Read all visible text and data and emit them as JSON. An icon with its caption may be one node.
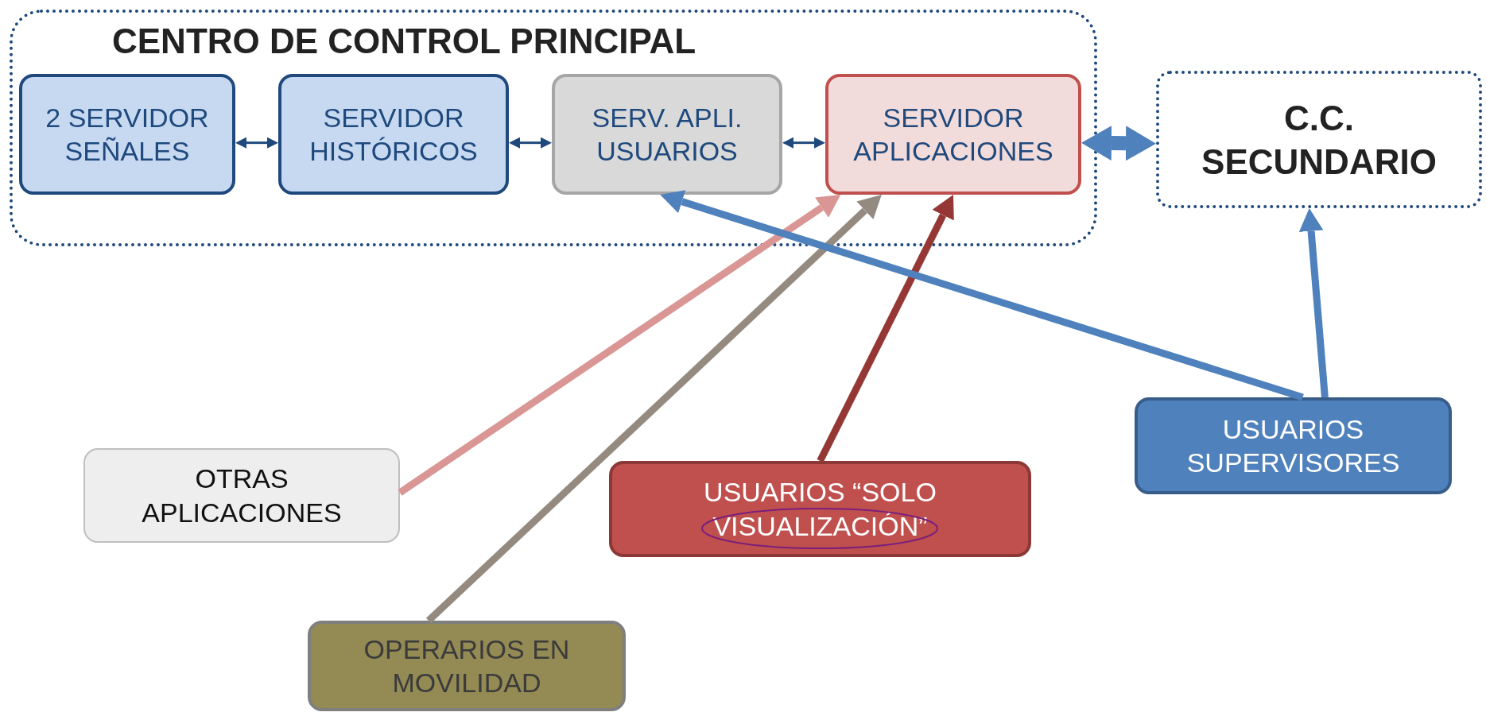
{
  "diagram": {
    "nodes": [
      {
        "text": [
          "CENTRO DE CONTROL PRINCIPAL"
        ]
      },
      {
        "text": [
          "2 SERVIDOR SEÑALES"
        ],
        "in": 0
      },
      {
        "text": [
          "SERVIDOR HISTÓRICOS"
        ],
        "in": 0
      },
      {
        "text": [
          "SERV. APLI. USUARIOS"
        ],
        "in": 0
      },
      {
        "text": [
          "SERVIDOR APLICACIONES"
        ],
        "in": 0
      },
      {
        "text": [
          "C.C. SECUNDARIO"
        ]
      },
      {
        "text": [
          "OTRAS APLICACIONES"
        ]
      },
      {
        "text": [
          "USUARIOS “SOLO VISUALIZACIÓN”"
        ]
      },
      {
        "text": [
          "OPERARIOS EN MOVILIDAD"
        ]
      },
      {
        "text": [
          "USUARIOS SUPERVISORES"
        ]
      }
    ],
    "edges": [
      {
        "from": 1,
        "to": 2,
        "arrow": "both",
        "color": "#1f497d"
      },
      {
        "from": 2,
        "to": 3,
        "arrow": "both",
        "color": "#1f497d"
      },
      {
        "from": 3,
        "to": 4,
        "arrow": "both",
        "color": "#1f497d"
      },
      {
        "from": 4,
        "to": 5,
        "arrow": "both",
        "style": "thick",
        "color": "#4f81bd"
      },
      {
        "from": 6,
        "to": 4,
        "arrow": "to",
        "color": "#d99694"
      },
      {
        "from": 8,
        "to": 4,
        "arrow": "to",
        "color": "#948a80"
      },
      {
        "from": 7,
        "to": 4,
        "arrow": "to",
        "color": "#953735"
      },
      {
        "from": 9,
        "to": 3,
        "arrow": "to",
        "color": "#4f81bd"
      },
      {
        "from": 9,
        "to": 5,
        "arrow": "to",
        "color": "#4f81bd"
      }
    ]
  }
}
